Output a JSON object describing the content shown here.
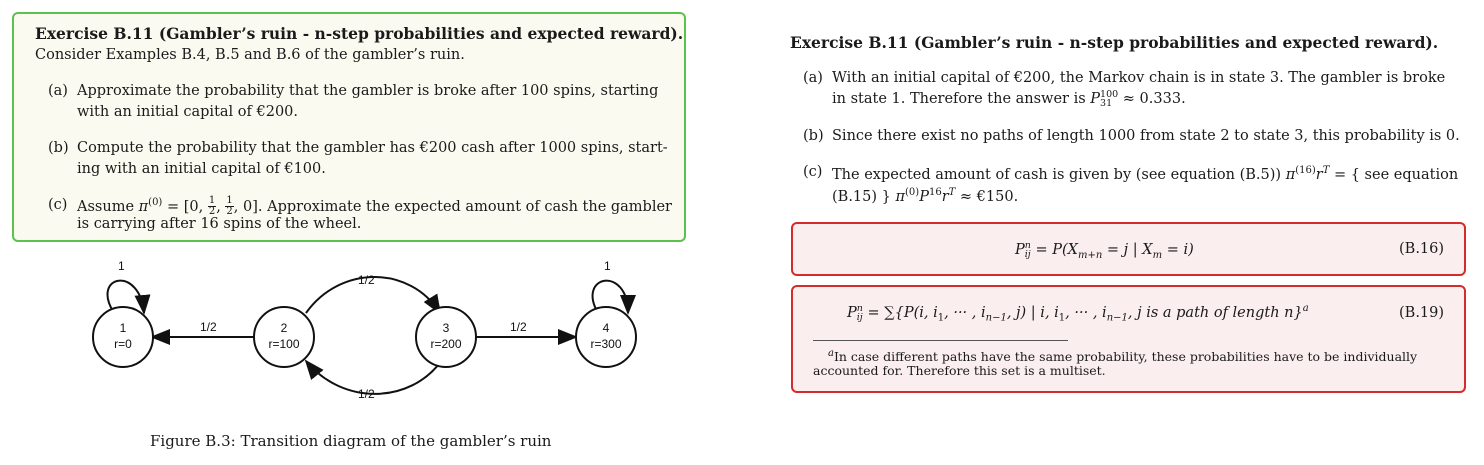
{
  "left": {
    "title": "Exercise B.11 (Gambler’s ruin - n-step probabilities and expected reward).",
    "intro": "Consider Examples B.4, B.5 and B.6 of the gambler’s ruin.",
    "items": [
      {
        "label": "(a)",
        "line1": "Approximate the probability that the gambler is broke after 100 spins, starting",
        "line2": "with an initial capital of €200."
      },
      {
        "label": "(b)",
        "line1": "Compute the probability that the gambler has €200 cash after 1000 spins, start-",
        "line2": "ing with an initial capital of €100."
      },
      {
        "label": "(c)",
        "line1_pre": "Assume ",
        "pi": "π",
        "sup": "(0)",
        "line1_eq": " = [0, ",
        "half": "1",
        "two": "2",
        "comma": ", ",
        "close": ", 0].",
        "line1_post": " Approximate the expected amount of cash the gambler",
        "line2": "is carrying after 16 spins of the wheel."
      }
    ]
  },
  "diagram": {
    "nodes": [
      {
        "id": "1",
        "reward": "r=0"
      },
      {
        "id": "2",
        "reward": "r=100"
      },
      {
        "id": "3",
        "reward": "r=200"
      },
      {
        "id": "4",
        "reward": "r=300"
      }
    ],
    "edges": {
      "loop1": "1",
      "loop4": "1",
      "e21": "1/2",
      "e23": "1/2",
      "e32": "1/2",
      "e34": "1/2"
    },
    "caption": "Figure B.3: Transition diagram of the gambler’s ruin"
  },
  "right": {
    "title": "Exercise B.11 (Gambler’s ruin - n-step probabilities and expected reward).",
    "a_label": "(a)",
    "a_line1": "With an initial capital of €200, the Markov chain is in state 3. The gambler is broke",
    "a_line2_pre": "in state 1. Therefore the answer is ",
    "a_P": "P",
    "a_sup": "100",
    "a_sub": "31",
    "a_line2_post": " ≈ 0.333.",
    "b_label": "(b)",
    "b_line": "Since there exist no paths of length 1000 from state 2 to state 3, this probability is 0.",
    "c_label": "(c)",
    "c_line1_pre": "The expected amount of cash is given by (see equation (B.5)) ",
    "c_pi": "π",
    "c_sup16": "(16)",
    "c_r": "r",
    "c_T": "T",
    "c_line1_post": " = { see equation",
    "c_line2_pre": "(B.15) } ",
    "c_sup0": "(0)",
    "c_P16": "P",
    "c_16": "16",
    "c_line2_post": " ≈ €150.",
    "eq16": {
      "lhs": "P",
      "sup": "n",
      "sub": "ij",
      "rhs": " = P(X",
      "sub2": "m+n",
      "mid": " = j | X",
      "sub3": "m",
      "end": " = i)",
      "num": "(B.16)"
    },
    "eq19": {
      "lhs": "P",
      "sup": "n",
      "sub": "ij",
      "body": " = ∑{P(i, i",
      "s1": "1",
      "dots": ", ··· , i",
      "sn": "n−1",
      "j": ", j) | i, i",
      "s1b": "1",
      "dots2": ", ··· , i",
      "snb": "n−1",
      "tail": ", j is a path of length n}",
      "fnmark": "a",
      "num": "(B.19)"
    },
    "footnote_mark": "a",
    "footnote_line1": "In case different paths have the same probability, these probabilities have to be individually",
    "footnote_line2": "accounted for. Therefore this set is a multiset."
  }
}
